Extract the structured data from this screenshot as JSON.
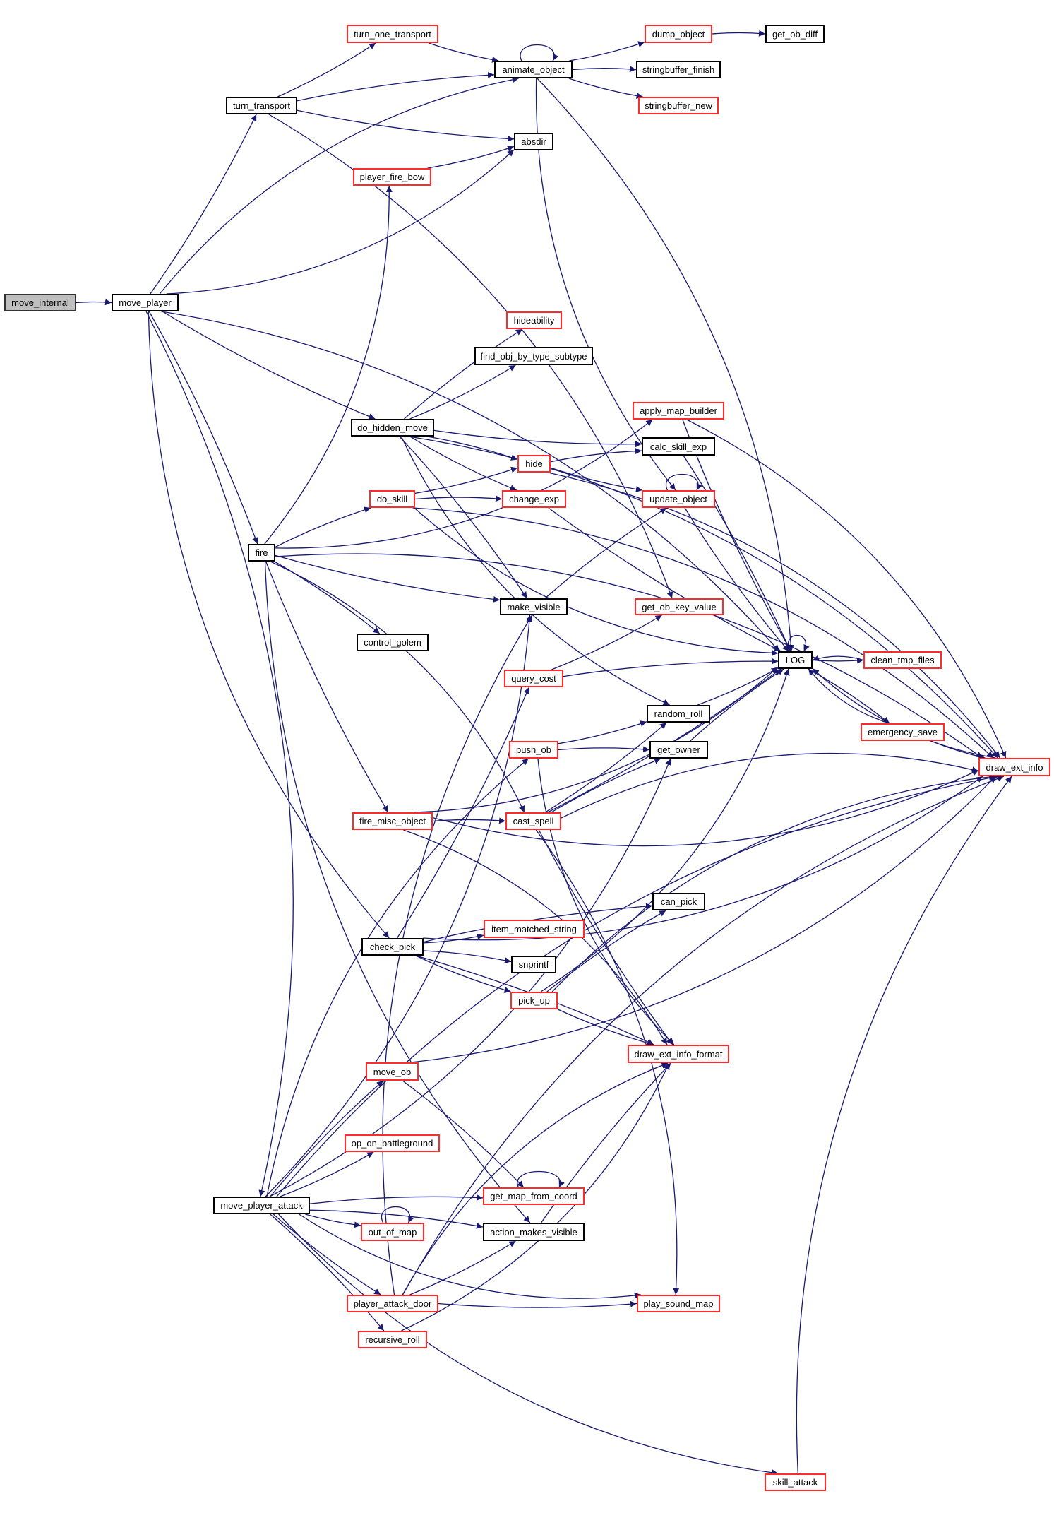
{
  "title": "move_internal call graph",
  "colors": {
    "edge": "#191970",
    "node_border_documented": "#000000",
    "node_border_undocumented": "#ff0000",
    "root_fill": "#bfbfbf",
    "background": "#ffffff"
  },
  "nodes": [
    {
      "id": "move_internal",
      "label": "move_internal",
      "kind": "root"
    },
    {
      "id": "move_player",
      "label": "move_player",
      "kind": "black"
    },
    {
      "id": "turn_transport",
      "label": "turn_transport",
      "kind": "black"
    },
    {
      "id": "turn_one_transport",
      "label": "turn_one_transport",
      "kind": "red"
    },
    {
      "id": "animate_object",
      "label": "animate_object",
      "kind": "black"
    },
    {
      "id": "dump_object",
      "label": "dump_object",
      "kind": "red"
    },
    {
      "id": "get_ob_diff",
      "label": "get_ob_diff",
      "kind": "black"
    },
    {
      "id": "stringbuffer_finish",
      "label": "stringbuffer_finish",
      "kind": "black"
    },
    {
      "id": "stringbuffer_new",
      "label": "stringbuffer_new",
      "kind": "red"
    },
    {
      "id": "absdir",
      "label": "absdir",
      "kind": "black"
    },
    {
      "id": "player_fire_bow",
      "label": "player_fire_bow",
      "kind": "red"
    },
    {
      "id": "hideability",
      "label": "hideability",
      "kind": "red"
    },
    {
      "id": "find_obj_by_type_subtype",
      "label": "find_obj_by_type_subtype",
      "kind": "black"
    },
    {
      "id": "do_hidden_move",
      "label": "do_hidden_move",
      "kind": "black"
    },
    {
      "id": "apply_map_builder",
      "label": "apply_map_builder",
      "kind": "red"
    },
    {
      "id": "calc_skill_exp",
      "label": "calc_skill_exp",
      "kind": "black"
    },
    {
      "id": "hide",
      "label": "hide",
      "kind": "red"
    },
    {
      "id": "do_skill",
      "label": "do_skill",
      "kind": "red"
    },
    {
      "id": "change_exp",
      "label": "change_exp",
      "kind": "red"
    },
    {
      "id": "update_object",
      "label": "update_object",
      "kind": "red"
    },
    {
      "id": "fire",
      "label": "fire",
      "kind": "black"
    },
    {
      "id": "make_visible",
      "label": "make_visible",
      "kind": "black"
    },
    {
      "id": "get_ob_key_value",
      "label": "get_ob_key_value",
      "kind": "red"
    },
    {
      "id": "control_golem",
      "label": "control_golem",
      "kind": "black"
    },
    {
      "id": "query_cost",
      "label": "query_cost",
      "kind": "red"
    },
    {
      "id": "LOG",
      "label": "LOG",
      "kind": "black"
    },
    {
      "id": "clean_tmp_files",
      "label": "clean_tmp_files",
      "kind": "red"
    },
    {
      "id": "random_roll",
      "label": "random_roll",
      "kind": "black"
    },
    {
      "id": "emergency_save",
      "label": "emergency_save",
      "kind": "red"
    },
    {
      "id": "push_ob",
      "label": "push_ob",
      "kind": "red"
    },
    {
      "id": "get_owner",
      "label": "get_owner",
      "kind": "black"
    },
    {
      "id": "draw_ext_info",
      "label": "draw_ext_info",
      "kind": "red"
    },
    {
      "id": "fire_misc_object",
      "label": "fire_misc_object",
      "kind": "red"
    },
    {
      "id": "cast_spell",
      "label": "cast_spell",
      "kind": "red"
    },
    {
      "id": "can_pick",
      "label": "can_pick",
      "kind": "black"
    },
    {
      "id": "check_pick",
      "label": "check_pick",
      "kind": "black"
    },
    {
      "id": "item_matched_string",
      "label": "item_matched_string",
      "kind": "red"
    },
    {
      "id": "snprintf",
      "label": "snprintf",
      "kind": "black"
    },
    {
      "id": "pick_up",
      "label": "pick_up",
      "kind": "red"
    },
    {
      "id": "draw_ext_info_format",
      "label": "draw_ext_info_format",
      "kind": "red"
    },
    {
      "id": "move_ob",
      "label": "move_ob",
      "kind": "red"
    },
    {
      "id": "op_on_battleground",
      "label": "op_on_battleground",
      "kind": "red"
    },
    {
      "id": "get_map_from_coord",
      "label": "get_map_from_coord",
      "kind": "red"
    },
    {
      "id": "move_player_attack",
      "label": "move_player_attack",
      "kind": "black"
    },
    {
      "id": "out_of_map",
      "label": "out_of_map",
      "kind": "red"
    },
    {
      "id": "action_makes_visible",
      "label": "action_makes_visible",
      "kind": "black"
    },
    {
      "id": "player_attack_door",
      "label": "player_attack_door",
      "kind": "red"
    },
    {
      "id": "play_sound_map",
      "label": "play_sound_map",
      "kind": "red"
    },
    {
      "id": "recursive_roll",
      "label": "recursive_roll",
      "kind": "red"
    },
    {
      "id": "skill_attack",
      "label": "skill_attack",
      "kind": "red"
    }
  ],
  "edges": [
    [
      "move_internal",
      "move_player"
    ],
    [
      "move_player",
      "turn_transport"
    ],
    [
      "move_player",
      "animate_object"
    ],
    [
      "move_player",
      "absdir"
    ],
    [
      "move_player",
      "LOG"
    ],
    [
      "move_player",
      "do_hidden_move"
    ],
    [
      "move_player",
      "fire"
    ],
    [
      "move_player",
      "check_pick"
    ],
    [
      "move_player",
      "move_player_attack"
    ],
    [
      "turn_transport",
      "turn_one_transport"
    ],
    [
      "turn_transport",
      "animate_object"
    ],
    [
      "turn_transport",
      "absdir"
    ],
    [
      "turn_transport",
      "get_ob_key_value"
    ],
    [
      "turn_one_transport",
      "animate_object"
    ],
    [
      "animate_object",
      "animate_object"
    ],
    [
      "animate_object",
      "dump_object"
    ],
    [
      "animate_object",
      "stringbuffer_finish"
    ],
    [
      "animate_object",
      "stringbuffer_new"
    ],
    [
      "animate_object",
      "LOG"
    ],
    [
      "animate_object",
      "update_object"
    ],
    [
      "dump_object",
      "get_ob_diff"
    ],
    [
      "player_fire_bow",
      "absdir"
    ],
    [
      "do_hidden_move",
      "hideability"
    ],
    [
      "do_hidden_move",
      "find_obj_by_type_subtype"
    ],
    [
      "do_hidden_move",
      "draw_ext_info"
    ],
    [
      "do_hidden_move",
      "calc_skill_exp"
    ],
    [
      "do_hidden_move",
      "hide"
    ],
    [
      "do_hidden_move",
      "change_exp"
    ],
    [
      "do_hidden_move",
      "make_visible"
    ],
    [
      "do_hidden_move",
      "random_roll"
    ],
    [
      "hide",
      "calc_skill_exp"
    ],
    [
      "hide",
      "update_object"
    ],
    [
      "hide",
      "draw_ext_info"
    ],
    [
      "do_skill",
      "hide"
    ],
    [
      "do_skill",
      "change_exp"
    ],
    [
      "do_skill",
      "LOG"
    ],
    [
      "do_skill",
      "draw_ext_info"
    ],
    [
      "change_exp",
      "LOG"
    ],
    [
      "update_object",
      "update_object"
    ],
    [
      "update_object",
      "LOG"
    ],
    [
      "calc_skill_exp",
      "LOG"
    ],
    [
      "apply_map_builder",
      "LOG"
    ],
    [
      "apply_map_builder",
      "draw_ext_info"
    ],
    [
      "fire",
      "player_fire_bow"
    ],
    [
      "fire",
      "draw_ext_info"
    ],
    [
      "fire",
      "apply_map_builder"
    ],
    [
      "fire",
      "do_skill"
    ],
    [
      "fire",
      "make_visible"
    ],
    [
      "fire",
      "control_golem"
    ],
    [
      "fire",
      "fire_misc_object"
    ],
    [
      "fire",
      "cast_spell"
    ],
    [
      "fire",
      "action_makes_visible"
    ],
    [
      "make_visible",
      "update_object"
    ],
    [
      "query_cost",
      "get_ob_key_value"
    ],
    [
      "query_cost",
      "LOG"
    ],
    [
      "random_roll",
      "LOG"
    ],
    [
      "get_owner",
      "LOG"
    ],
    [
      "push_ob",
      "random_roll"
    ],
    [
      "push_ob",
      "get_owner"
    ],
    [
      "push_ob",
      "draw_ext_info_format"
    ],
    [
      "LOG",
      "LOG"
    ],
    [
      "LOG",
      "clean_tmp_files"
    ],
    [
      "LOG",
      "emergency_save"
    ],
    [
      "clean_tmp_files",
      "LOG"
    ],
    [
      "emergency_save",
      "LOG"
    ],
    [
      "emergency_save",
      "draw_ext_info"
    ],
    [
      "draw_ext_info",
      "LOG"
    ],
    [
      "fire_misc_object",
      "LOG"
    ],
    [
      "fire_misc_object",
      "cast_spell"
    ],
    [
      "fire_misc_object",
      "draw_ext_info"
    ],
    [
      "fire_misc_object",
      "draw_ext_info_format"
    ],
    [
      "cast_spell",
      "random_roll"
    ],
    [
      "cast_spell",
      "get_owner"
    ],
    [
      "cast_spell",
      "LOG"
    ],
    [
      "cast_spell",
      "draw_ext_info"
    ],
    [
      "cast_spell",
      "draw_ext_info_format"
    ],
    [
      "cast_spell",
      "play_sound_map"
    ],
    [
      "check_pick",
      "query_cost"
    ],
    [
      "check_pick",
      "can_pick"
    ],
    [
      "check_pick",
      "item_matched_string"
    ],
    [
      "check_pick",
      "snprintf"
    ],
    [
      "check_pick",
      "pick_up"
    ],
    [
      "check_pick",
      "draw_ext_info_format"
    ],
    [
      "check_pick",
      "draw_ext_info"
    ],
    [
      "pick_up",
      "can_pick"
    ],
    [
      "pick_up",
      "LOG"
    ],
    [
      "pick_up",
      "draw_ext_info"
    ],
    [
      "pick_up",
      "draw_ext_info_format"
    ],
    [
      "move_ob",
      "get_map_from_coord"
    ],
    [
      "move_ob",
      "draw_ext_info"
    ],
    [
      "get_map_from_coord",
      "get_map_from_coord"
    ],
    [
      "out_of_map",
      "out_of_map"
    ],
    [
      "action_makes_visible",
      "draw_ext_info_format"
    ],
    [
      "move_player_attack",
      "make_visible"
    ],
    [
      "move_player_attack",
      "push_ob"
    ],
    [
      "move_player_attack",
      "get_owner"
    ],
    [
      "move_player_attack",
      "move_ob"
    ],
    [
      "move_player_attack",
      "op_on_battleground"
    ],
    [
      "move_player_attack",
      "action_makes_visible"
    ],
    [
      "move_player_attack",
      "out_of_map"
    ],
    [
      "move_player_attack",
      "get_map_from_coord"
    ],
    [
      "move_player_attack",
      "player_attack_door"
    ],
    [
      "move_player_attack",
      "recursive_roll"
    ],
    [
      "move_player_attack",
      "play_sound_map"
    ],
    [
      "move_player_attack",
      "draw_ext_info"
    ],
    [
      "move_player_attack",
      "skill_attack"
    ],
    [
      "player_attack_door",
      "make_visible"
    ],
    [
      "player_attack_door",
      "action_makes_visible"
    ],
    [
      "player_attack_door",
      "draw_ext_info_format"
    ],
    [
      "player_attack_door",
      "play_sound_map"
    ],
    [
      "player_attack_door",
      "draw_ext_info"
    ],
    [
      "recursive_roll",
      "draw_ext_info_format"
    ],
    [
      "skill_attack",
      "draw_ext_info"
    ]
  ]
}
